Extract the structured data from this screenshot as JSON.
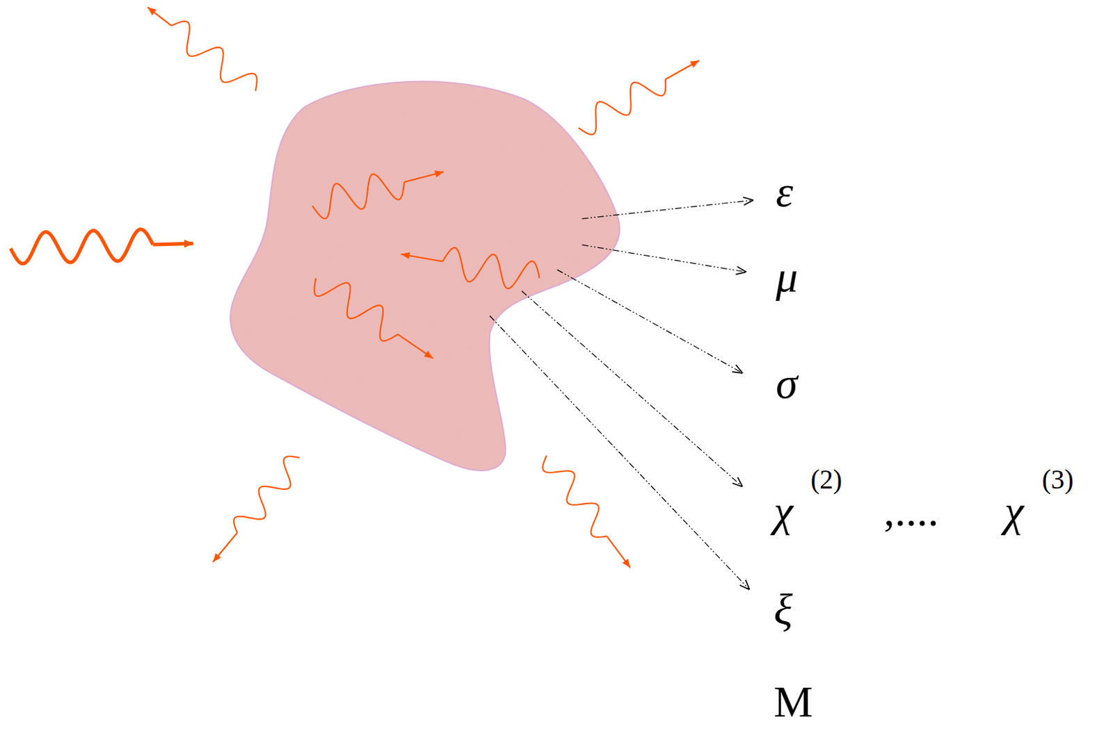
{
  "diagram": {
    "labels": [
      "ε",
      "μ",
      "σ",
      "χ",
      "(2)",
      ",....",
      "χ",
      "(3)",
      "ξ",
      "M"
    ]
  }
}
